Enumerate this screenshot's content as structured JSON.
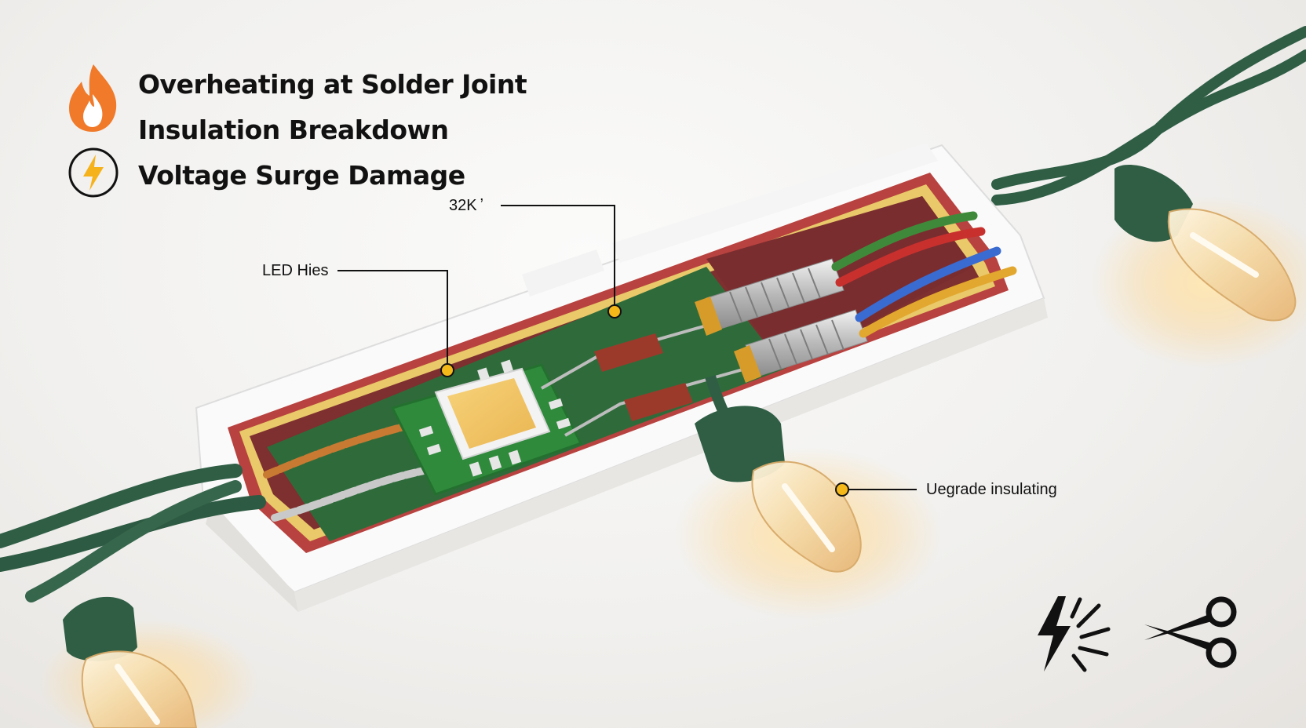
{
  "legend": {
    "items": [
      {
        "icon": "flame-icon",
        "label": "Overheating at Solder Joint"
      },
      {
        "icon": "none",
        "label": "Insulation Breakdown"
      },
      {
        "icon": "lightning-bolt-icon",
        "label": "Voltage Surge Damage"
      }
    ]
  },
  "callouts": {
    "top": "32K ʼ",
    "left": "LED Hies",
    "right": "Uegrade  insulating"
  },
  "bottom_icons": [
    "spark-burst-icon",
    "scissors-icon"
  ],
  "colors": {
    "flame": "#f07a2a",
    "bolt": "#f6b21b",
    "wire_green": "#2f5e45",
    "pcb_green": "#2f8a3c",
    "callout_dot": "#f5b819",
    "stripe_red": "#b7403c",
    "stripe_yellow": "#e9c96a"
  }
}
